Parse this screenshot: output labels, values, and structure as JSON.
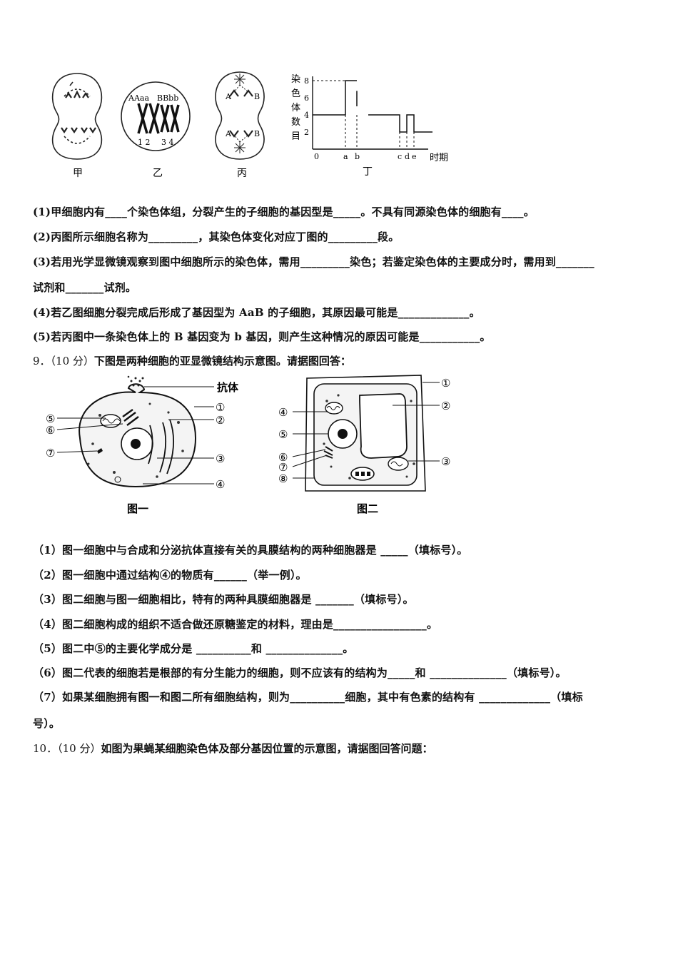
{
  "fig_top": {
    "cell_captions": [
      "甲",
      "乙",
      "丙",
      "丁"
    ],
    "yi_gene_labels": [
      "AAaa",
      "BBbb",
      "1 2",
      "3 4"
    ],
    "bing_gene_labels": [
      "A",
      "B",
      "A",
      "B"
    ],
    "chart_yaxis_chars": [
      "染",
      "色",
      "体",
      "数",
      "目"
    ],
    "chart_yticks": [
      "8",
      "6",
      "4",
      "2",
      "0"
    ],
    "chart_xticks": [
      "a",
      "b",
      "c",
      "d",
      "e"
    ],
    "chart_xlabel": "时期"
  },
  "chart_data": {
    "type": "line",
    "title": "",
    "ylabel": "染色体数目",
    "xlabel": "时期",
    "ylim": [
      0,
      8
    ],
    "yticks": [
      0,
      2,
      4,
      6,
      8
    ],
    "x_markers": [
      "a",
      "b",
      "c",
      "d",
      "e"
    ],
    "series": [
      {
        "segments": [
          "4 → 8 at a",
          "8 → 4 at b",
          "4 → 2 at c",
          "2 → 4 at d",
          "4 → 2 at e"
        ]
      }
    ]
  },
  "q8": {
    "items": [
      "(1)甲细胞内有____个染色体组，分裂产生的子细胞的基因型是_____。不具有同源染色体的细胞有____。",
      "(2)丙图所示细胞名称为_________，其染色体变化对应丁图的_________段。",
      "(3)若用光学显微镜观察到图中细胞所示的染色体，需用_________染色；若鉴定染色体的主要成分时，需用到_______",
      "试剂和_______试剂。",
      "(4)若乙图细胞分裂完成后形成了基因型为 AaB 的子细胞，其原因最可能是_____________。",
      "(5)若丙图中一条染色体上的 B 基因变为 b 基因，则产生这种情况的原因可能是___________。"
    ]
  },
  "q9": {
    "number": "9．",
    "score": "（10 分）",
    "prompt": "下图是两种细胞的亚显微镜结构示意图。请据图回答：",
    "fig1_caption": "图一",
    "fig2_caption": "图二",
    "fig1_antibody_label": "抗体",
    "fig1_left_labels": [
      "⑤",
      "⑥",
      "⑦"
    ],
    "fig1_right_labels": [
      "①",
      "②",
      "③",
      "④"
    ],
    "fig2_right_labels": [
      "①",
      "②",
      "③"
    ],
    "fig2_left_labels": [
      "④",
      "⑤",
      "⑥",
      "⑦",
      "⑧"
    ],
    "items": [
      "（1）图一细胞中与合成和分泌抗体直接有关的具膜结构的两种细胞器是 _____（填标号）。",
      "（2）图一细胞中通过结构④的物质有______（举一例）。",
      "（3）图二细胞与图一细胞相比，特有的两种具膜细胞器是 _______（填标号）。",
      "（4）图二细胞构成的组织不适合做还原糖鉴定的材料，理由是_________________。",
      "（5）图二中⑤的主要化学成分是 __________和 ______________。",
      "（6）图二代表的细胞若是根部的有分生能力的细胞，则不应该有的结构为_____和 ______________（填标号）。",
      "（7）如果某细胞拥有图一和图二所有细胞结构，则为__________细胞，其中有色素的结构有 _____________（填标",
      "号）。"
    ]
  },
  "q10": {
    "number": "10．",
    "score": "（10 分）",
    "prompt": "如图为果蝇某细胞染色体及部分基因位置的示意图，请据图回答问题："
  }
}
